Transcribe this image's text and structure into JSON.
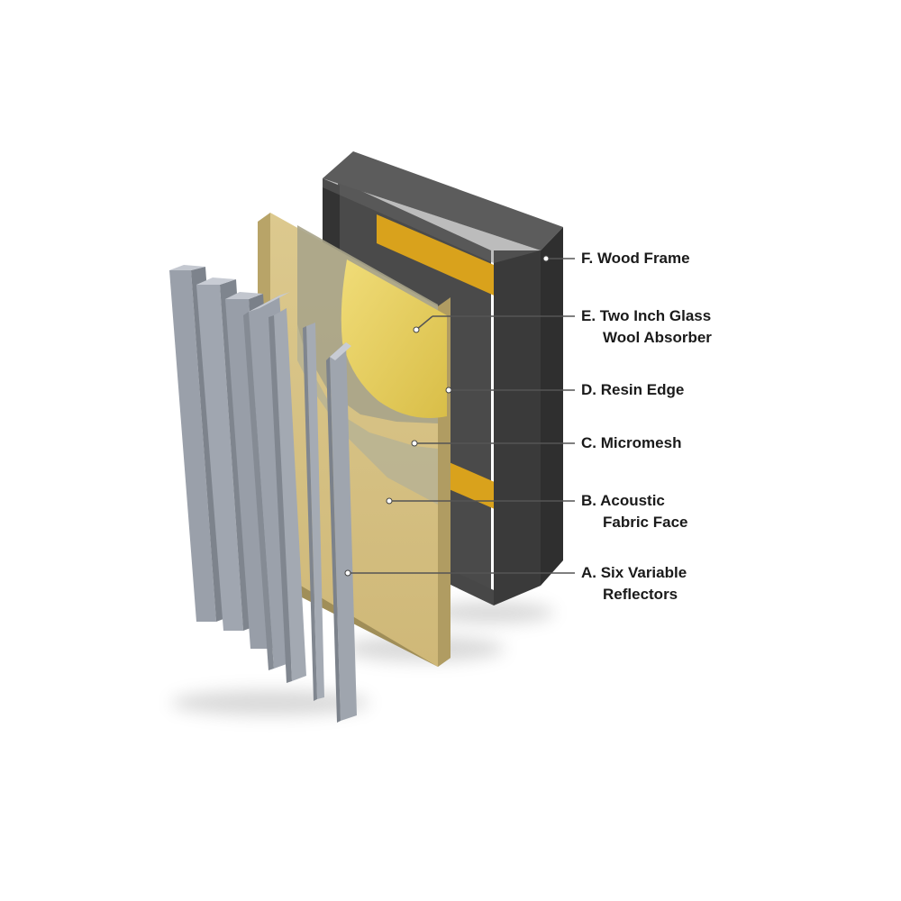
{
  "callouts": {
    "f": {
      "lines": [
        "F. Wood Frame"
      ]
    },
    "e": {
      "lines": [
        "E. Two Inch Glass",
        "Wool Absorber"
      ]
    },
    "d": {
      "lines": [
        "D. Resin Edge"
      ]
    },
    "c": {
      "lines": [
        "C. Micromesh"
      ]
    },
    "b": {
      "lines": [
        "B. Acoustic",
        "Fabric Face"
      ]
    },
    "a": {
      "lines": [
        "A. Six Variable",
        "Reflectors"
      ]
    }
  },
  "colors": {
    "frame": "#3d3d3d",
    "frame_top": "#5a5a5a",
    "cross_braces": "#d9a21c",
    "fabric": "#d9c58a",
    "micromesh": "#a8a48a",
    "glass_wool": "#e6d060",
    "reflectors": "#9aa0aa",
    "leader_lines": "#555555"
  }
}
